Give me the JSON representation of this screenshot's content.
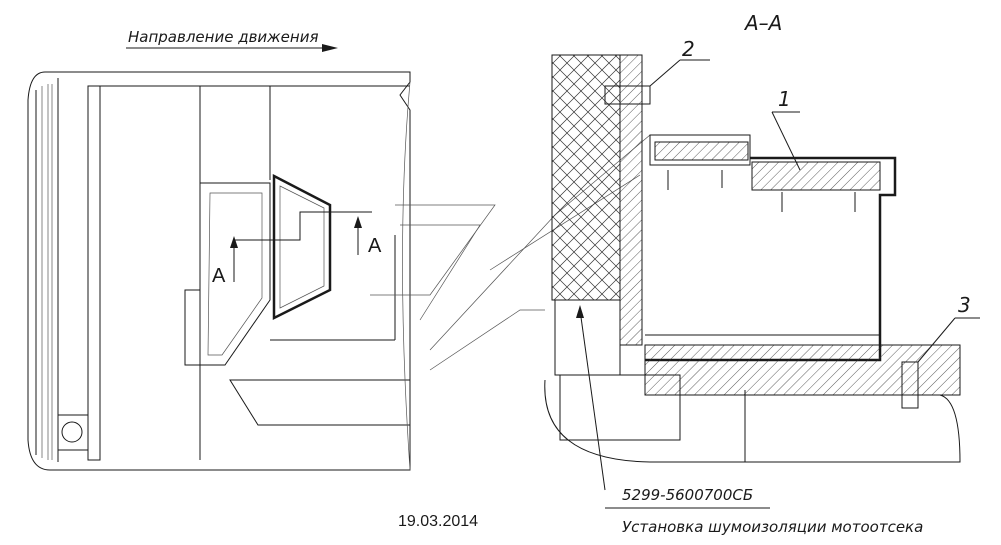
{
  "direction_label": "Направление движения",
  "section_label": "А–А",
  "callouts": [
    "2",
    "1",
    "3"
  ],
  "section_mark_left": "А",
  "section_mark_right": "А",
  "part_number": "5299-5600700СБ",
  "part_title": "Установка шумоизоляции мотоотсека",
  "date": "19.03.2014"
}
